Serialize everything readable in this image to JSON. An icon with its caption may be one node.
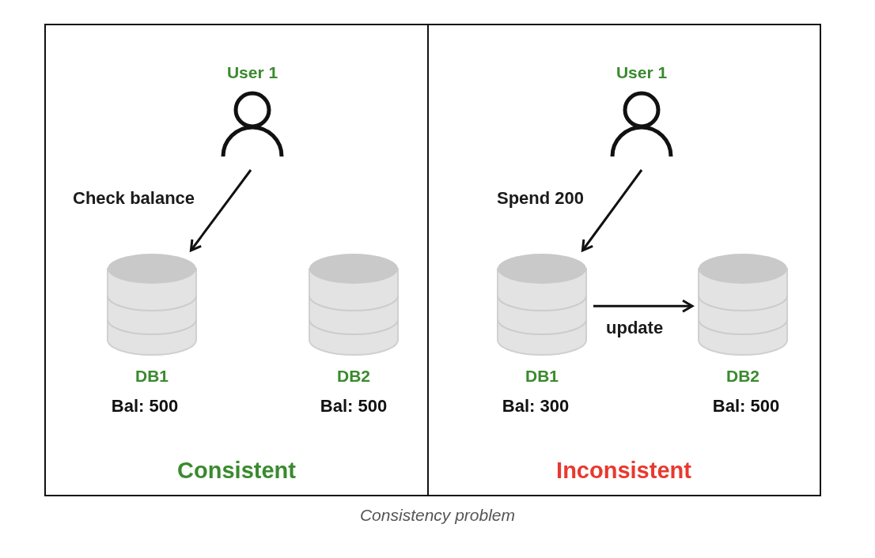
{
  "diagram": {
    "caption": "Consistency problem",
    "nodes": [
      {
        "text": [
          "Consistent"
        ]
      },
      {
        "text": [
          "User 1"
        ],
        "in": 0
      },
      {
        "text": [
          "DB1"
        ],
        "in": 0,
        "beside": [
          "Bal: 500"
        ]
      },
      {
        "text": [
          "DB2"
        ],
        "in": 0,
        "beside": [
          "Bal: 500"
        ]
      },
      {
        "text": [
          "Inconsistent"
        ]
      },
      {
        "text": [
          "User 1"
        ],
        "in": 4
      },
      {
        "text": [
          "DB1"
        ],
        "in": 4,
        "beside": [
          "Bal: 300"
        ]
      },
      {
        "text": [
          "DB2"
        ],
        "in": 4,
        "beside": [
          "Bal: 500"
        ]
      }
    ],
    "edges": [
      {
        "from": 1,
        "to": 2,
        "arrow": "to",
        "label": "Check balance"
      },
      {
        "from": 5,
        "to": 6,
        "arrow": "to",
        "label": "Spend 200"
      },
      {
        "from": 6,
        "to": 7,
        "arrow": "to",
        "label": "update"
      }
    ]
  }
}
